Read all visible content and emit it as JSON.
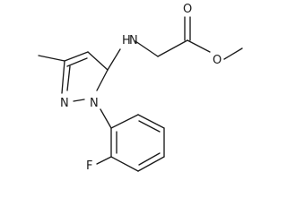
{
  "molecule": {
    "atom_labels": {
      "nh": "H",
      "nh_n": "N",
      "carbonyl_o": "O",
      "ester_o": "O",
      "ring_n_upper": "N",
      "ring_n_lower": "N",
      "fluorine": "F"
    }
  }
}
